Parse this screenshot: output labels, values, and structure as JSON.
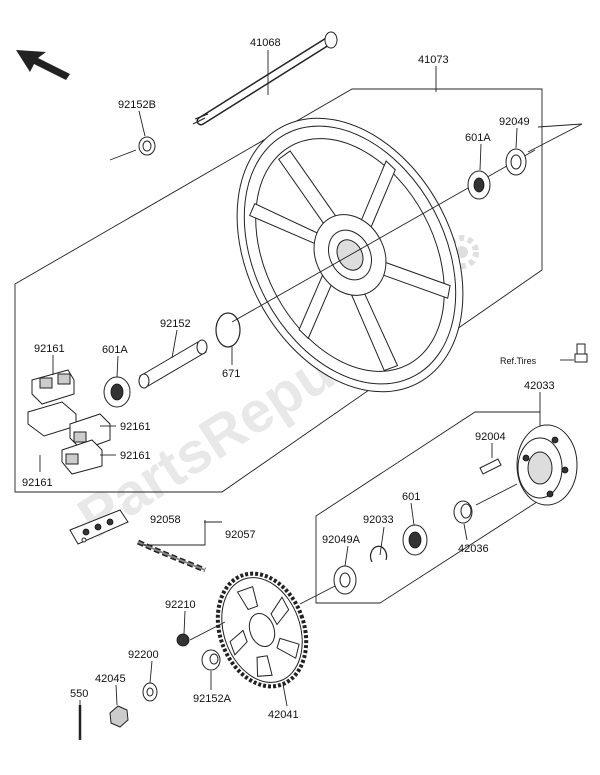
{
  "labels": {
    "p41068": "41068",
    "p41073": "41073",
    "p92152B": "92152B",
    "p601A_top": "601A",
    "p92049": "92049",
    "p92161_a": "92161",
    "p601A_left": "601A",
    "p92152": "92152",
    "p671": "671",
    "ref_tires": "Ref.Tires",
    "p42033": "42033",
    "p92161_b": "92161",
    "p92161_c": "92161",
    "p92161_d": "92161",
    "p92004": "92004",
    "p92058": "92058",
    "p92057": "92057",
    "p92033": "92033",
    "p601": "601",
    "p92049A": "92049A",
    "p42036": "42036",
    "p92210": "92210",
    "p92200": "92200",
    "p42045": "42045",
    "p550": "550",
    "p92152A": "92152A",
    "p42041": "42041"
  },
  "watermark": "PartsRepublik"
}
